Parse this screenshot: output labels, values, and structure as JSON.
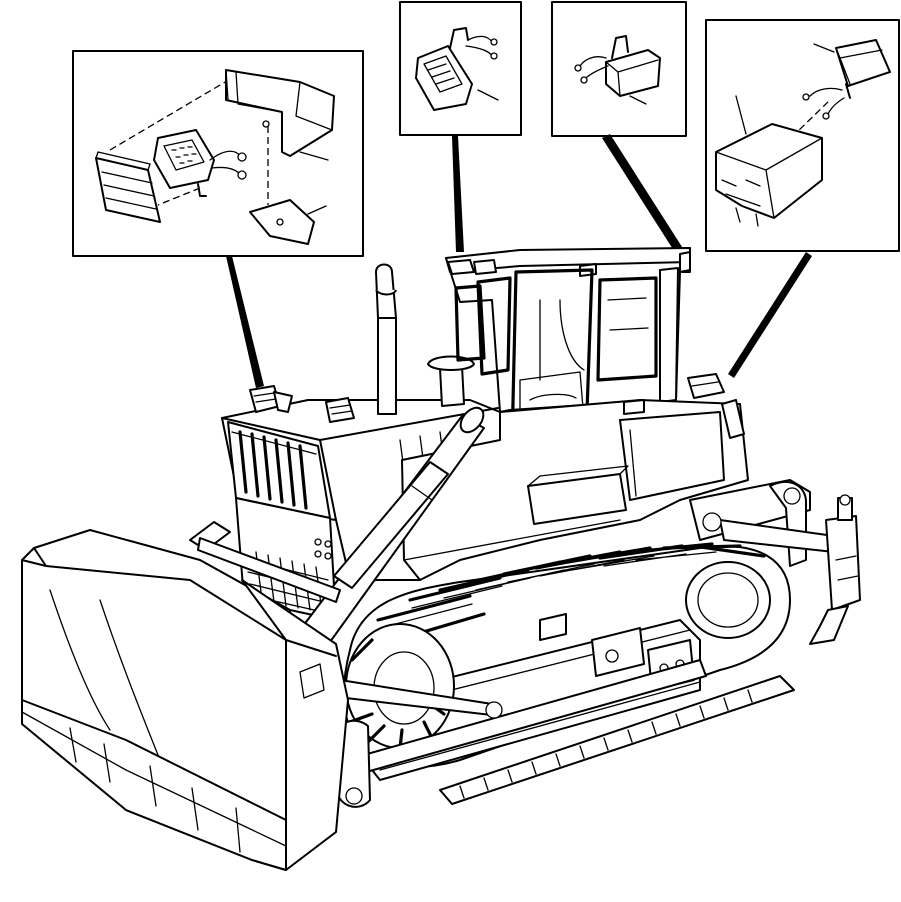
{
  "figure": {
    "subject": "crawler-dozer-lighting-locations",
    "callouts": [
      {
        "id": "front-left-work-lamp-assembly"
      },
      {
        "id": "cab-front-lamp"
      },
      {
        "id": "cab-rear-lamp"
      },
      {
        "id": "rear-fender-lamp-assembly"
      }
    ]
  }
}
